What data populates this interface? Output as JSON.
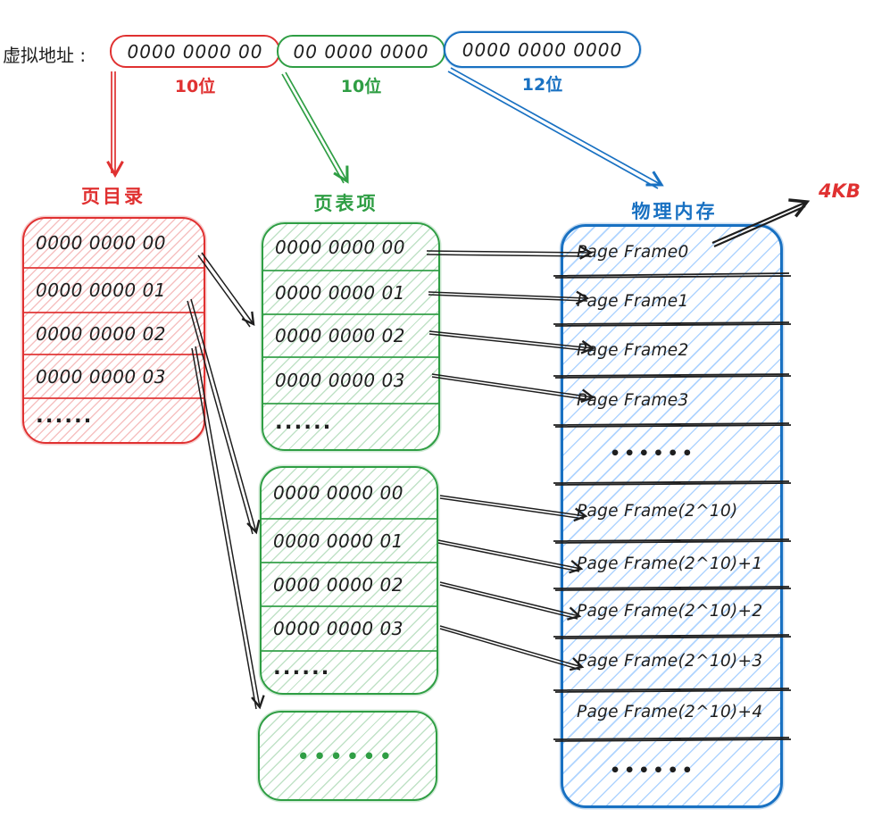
{
  "colors": {
    "red": "#e03131",
    "green": "#2f9e44",
    "blue": "#1971c2",
    "ink": "#1e1e1e"
  },
  "virtual_address": {
    "label": "虚拟地址 :",
    "segments": [
      {
        "value": "0000 0000 00",
        "width_label": "10位",
        "color": "#e03131"
      },
      {
        "value": "00 0000 0000",
        "width_label": "10位",
        "color": "#2f9e44"
      },
      {
        "value": "0000 0000 0000",
        "width_label": "12位",
        "color": "#1971c2"
      }
    ]
  },
  "page_directory": {
    "title": "页目录",
    "rows": [
      "0000 0000 00",
      "0000 0000 01",
      "0000 0000 02",
      "0000 0000 03",
      "......"
    ]
  },
  "page_table": {
    "title": "页表项",
    "tables": [
      {
        "rows": [
          "0000 0000 00",
          "0000 0000 01",
          "0000 0000 02",
          "0000 0000 03",
          "......"
        ]
      },
      {
        "rows": [
          "0000 0000 00",
          "0000 0000 01",
          "0000 0000 02",
          "0000 0000 03",
          "......"
        ]
      }
    ],
    "more_tables_ellipsis": "••••••"
  },
  "physical_memory": {
    "title": "物理内存",
    "frame_size_label": "4KB",
    "frames": [
      "Page Frame0",
      "Page Frame1",
      "Page Frame2",
      "Page Frame3",
      "••••••",
      "Page Frame(2^10)",
      "Page Frame(2^10)+1",
      "Page Frame(2^10)+2",
      "Page Frame(2^10)+3",
      "Page Frame(2^10)+4",
      "••••••"
    ]
  }
}
